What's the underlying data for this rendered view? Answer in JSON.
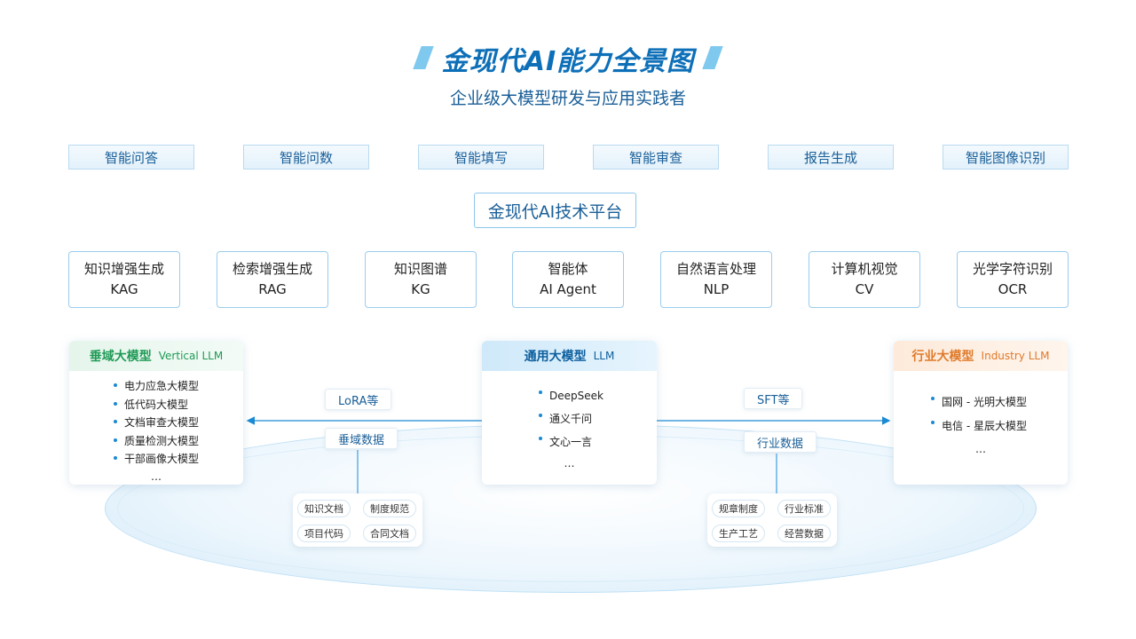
{
  "title": "金现代AI能力全景图",
  "subtitle": "企业级大模型研发与应用实践者",
  "applications": [
    "智能问答",
    "智能问数",
    "智能填写",
    "智能审查",
    "报告生成",
    "智能图像识别"
  ],
  "platform": "金现代AI技术平台",
  "technologies": [
    {
      "cn": "知识增强生成",
      "en": "KAG"
    },
    {
      "cn": "检索增强生成",
      "en": "RAG"
    },
    {
      "cn": "知识图谱",
      "en": "KG"
    },
    {
      "cn": "智能体",
      "en": "AI Agent"
    },
    {
      "cn": "自然语言处理",
      "en": "NLP"
    },
    {
      "cn": "计算机视觉",
      "en": "CV"
    },
    {
      "cn": "光学字符识别",
      "en": "OCR"
    }
  ],
  "vertical_llm": {
    "title": "垂域大模型",
    "title_en": "Vertical LLM",
    "items": [
      "电力应急大模型",
      "低代码大模型",
      "文档审查大模型",
      "质量检测大模型",
      "干部画像大模型"
    ],
    "more": "…"
  },
  "general_llm": {
    "title": "通用大模型",
    "title_en": "LLM",
    "items": [
      "DeepSeek",
      "通义千问",
      "文心一言"
    ],
    "more": "…"
  },
  "industry_llm": {
    "title": "行业大模型",
    "title_en": "Industry LLM",
    "items": [
      "国网 - 光明大模型",
      "电信 - 星辰大模型"
    ],
    "more": "…"
  },
  "left_flow": {
    "method": "LoRA等",
    "data_label": "垂域数据",
    "chips": [
      "知识文档",
      "制度规范",
      "项目代码",
      "合同文档"
    ]
  },
  "right_flow": {
    "method": "SFT等",
    "data_label": "行业数据",
    "chips": [
      "规章制度",
      "行业标准",
      "生产工艺",
      "经营数据"
    ]
  },
  "colors": {
    "primary": "#0d6fb8",
    "vertical": "#1e9a55",
    "industry": "#e07a2a",
    "arrow": "#1a8ad4"
  }
}
